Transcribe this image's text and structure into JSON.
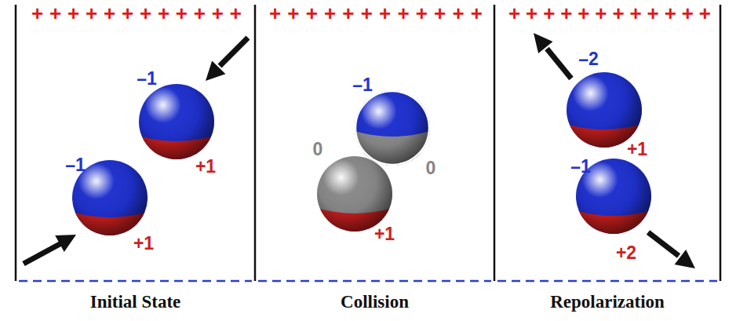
{
  "diagram": {
    "nodes": [
      {
        "text": [
          "Initial State"
        ]
      },
      {
        "text": [
          "–1",
          "+1"
        ],
        "in": 0
      },
      {
        "text": [
          "–1",
          "+1"
        ],
        "in": 0
      },
      {
        "text": [
          "Collision"
        ]
      },
      {
        "text": [
          "–1",
          "0"
        ],
        "in": 3
      },
      {
        "text": [
          "0",
          "+1"
        ],
        "in": 3
      },
      {
        "text": [
          "Repolarization"
        ]
      },
      {
        "text": [
          "–2",
          "+1"
        ],
        "in": 6
      },
      {
        "text": [
          "–1",
          "+2"
        ],
        "in": 6
      }
    ],
    "labels": [
      "++++++++++++",
      "++++++++++++",
      "++++++++++++"
    ]
  }
}
